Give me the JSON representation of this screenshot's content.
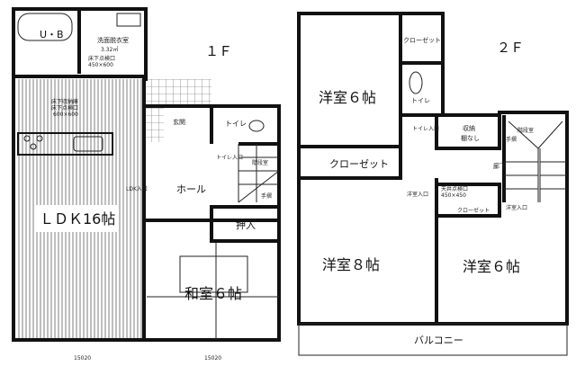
{
  "floor1": {
    "label": "１Ｆ",
    "ldk": "ＬＤＫ16帖",
    "washitsu": "和室６帖",
    "hall": "ホール",
    "oshiire": "押入",
    "toilet": "トイレ",
    "genkan": "玄関",
    "washroom": "洗面脱衣室",
    "washroom_area": "3.32㎡",
    "bath": "U・B",
    "floor_hatch": "床下点検口",
    "floor_hatch_size": "450×600",
    "floor_storage": "床下収納庫",
    "floor_storage_hatch": "床下点検口",
    "floor_storage_size": "600×600",
    "stair_room": "階段室",
    "handrail": "手摺",
    "toilet_entry": "トイレ入口",
    "ldk_entry": "LDK入口",
    "dim_left": "15020",
    "dim_right": "15020"
  },
  "floor2": {
    "label": "２Ｆ",
    "room_a": "洋室６帖",
    "room_b": "洋室８帖",
    "room_c": "洋室６帖",
    "closet_1": "クローゼット",
    "closet_2": "クローゼット",
    "closet_3": "クローゼット",
    "toilet": "トイレ",
    "storage": "収納",
    "storage_note": "棚なし",
    "hallway": "廊下",
    "stair_room": "階段室",
    "handrail": "手摺",
    "ceiling_hatch": "天井点検口",
    "ceiling_hatch_size": "450×450",
    "balcony": "バルコニー",
    "room_entry_1": "洋室入口",
    "room_entry_2": "洋室入口",
    "toilet_entry": "トイレ入口"
  }
}
